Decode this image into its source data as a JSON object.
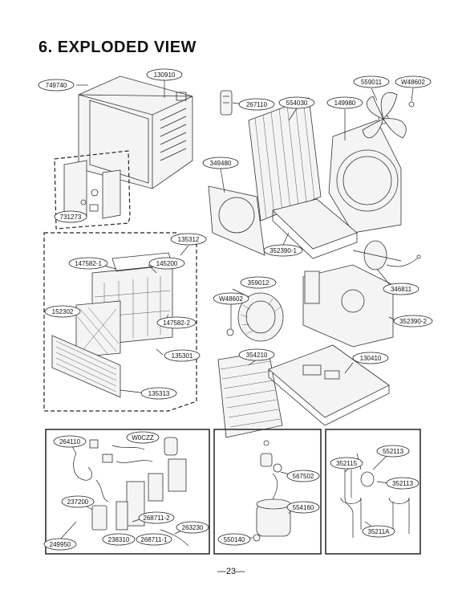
{
  "page_title": "6. EXPLODED VIEW",
  "page_number": "—23—",
  "callouts": {
    "c749740": "749740",
    "c130910": "130910",
    "c731273": "731273",
    "c135312": "135312",
    "c147582_1": "147582-1",
    "c145200": "145200",
    "c152302": "152302",
    "c147582_2": "147582-2",
    "c135301": "135301",
    "c135313": "135313",
    "c267110": "267110",
    "c554030": "554030",
    "c149980": "149980",
    "c559011": "559011",
    "cW48602a": "W48602",
    "c349480": "349480",
    "c352390_1": "352390-1",
    "c346811": "346811",
    "c359012": "359012",
    "cW48602b": "W48602",
    "c352390_2": "352390-2",
    "c354210": "354210",
    "c130410": "130410",
    "c264110": "264110",
    "cW0CZZ": "W0CZZ",
    "c237200": "237200",
    "c268711_2": "268711-2",
    "c263230": "263230",
    "c238310": "238310",
    "c268711_1": "268711-1",
    "c249950": "249950",
    "c567502": "567502",
    "c554160": "554160",
    "c550140": "550140",
    "c352115": "352115",
    "c552113": "552113",
    "c352113": "352113",
    "c35211A": "35211A"
  }
}
